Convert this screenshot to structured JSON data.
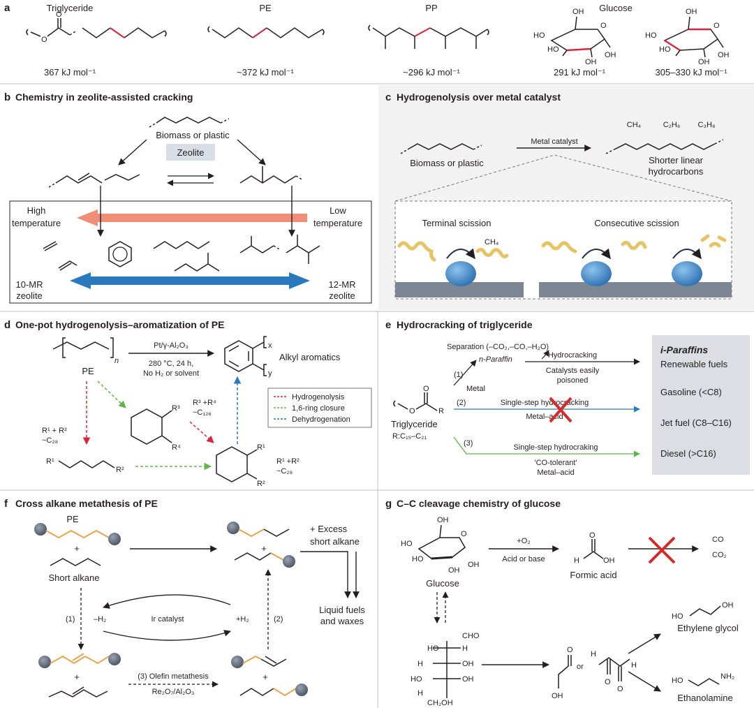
{
  "colors": {
    "red_bond": "#d7263d",
    "orange_chain": "#e8a44b",
    "salmon_arrow": "#ef8d76",
    "blue_arrow": "#2a78bd",
    "green_arrow": "#5fb54a",
    "panel_gray": "#f2f2f2",
    "zeolite_box": "#d9dde6",
    "catalyst_ball": "#3d86c6",
    "support_slab": "#7d8694",
    "cross_red": "#d42a2a"
  },
  "panel_a": {
    "letter": "a",
    "names": [
      "Triglyceride",
      "PE",
      "PP",
      "Glucose"
    ],
    "energies": [
      "367 kJ mol⁻¹",
      "~372 kJ mol⁻¹",
      "~296 kJ mol⁻¹",
      "291 kJ mol⁻¹",
      "305–330 kJ mol⁻¹"
    ],
    "atoms": {
      "O": "O",
      "OH": "OH",
      "HO": "HO"
    }
  },
  "panel_b": {
    "letter": "b",
    "title": "Chemistry in zeolite-assisted cracking",
    "feed": "Biomass or plastic",
    "zeolite": "Zeolite",
    "high_t": [
      "High",
      "temperature"
    ],
    "low_t": [
      "Low",
      "temperature"
    ],
    "mr10": [
      "10-MR",
      "zeolite"
    ],
    "mr12": [
      "12-MR",
      "zeolite"
    ]
  },
  "panel_c": {
    "letter": "c",
    "title": "Hydrogenolysis over metal catalyst",
    "feed": "Biomass or plastic",
    "catalyst": "Metal catalyst",
    "gases": [
      "CH₄",
      "C₂H₆",
      "C₃H₈"
    ],
    "product": [
      "Shorter linear",
      "hydrocarbons"
    ],
    "terminal": "Terminal scission",
    "consecutive": "Consecutive scission",
    "ch4": "CH₄"
  },
  "panel_d": {
    "letter": "d",
    "title": "One-pot hydrogenolysis–aromatization of PE",
    "pe": "PE",
    "n": "n",
    "catalyst": "Pt/γ-Al₂O₃",
    "conditions": [
      "280 °C, 24 h,",
      "No H₂ or solvent"
    ],
    "product": "Alkyl aromatics",
    "x": "x",
    "y": "y",
    "legend": [
      "Hydrogenolysis",
      "1,6-ring closure",
      "Dehydrogenation"
    ],
    "r3": "R³",
    "r4": "R⁴",
    "r1": "R¹",
    "r2": "R²",
    "sum12": "R¹ + R²",
    "c28": "~C₂₈",
    "sum12b": "R¹ +R²",
    "sum34": "R³ +R⁴",
    "c126": "~C₁₂₆"
  },
  "panel_e": {
    "letter": "e",
    "title": "Hydrocracking of triglyceride",
    "separation": "Separation (–CO₂,–CO,–H₂O)",
    "route1": "(1)",
    "metal": "Metal",
    "nparaffin": "n-Paraffin",
    "hydrocracking": "Hydrocracking",
    "poisoned": [
      "Catalysts easily",
      "poisoned"
    ],
    "route2": "(2)",
    "single_step_2": "Single-step hydrocracking",
    "metal_acid_2": "Metal–acid",
    "route3": "(3)",
    "single_step_3": "Single-step hydrocraking",
    "co_tolerant": "'CO-tolerant'",
    "metal_acid_3": "Metal–acid",
    "triglyceride": "Triglyceride",
    "rcount": "R:C₁₅–C₂₁",
    "o": "O",
    "r": "R",
    "box_title": "i-Paraffins",
    "box_items": [
      "Renewable fuels",
      "Gasoline (<C8)",
      "Jet fuel (C8–C16)",
      "Diesel (>C16)"
    ]
  },
  "panel_f": {
    "letter": "f",
    "title": "Cross alkane metathesis of PE",
    "pe": "PE",
    "plus": "+",
    "short_alkane": "Short alkane",
    "excess": [
      "+ Excess",
      "short alkane"
    ],
    "liquid": [
      "Liquid fuels",
      "and waxes"
    ],
    "step1": "(1)",
    "minus_h2": "–H₂",
    "ir": "Ir catalyst",
    "plus_h2": "+H₂",
    "step2": "(2)",
    "step3": "(3) Olefin metathesis",
    "re": "Re₂O₇/Al₂O₃"
  },
  "panel_g": {
    "letter": "g",
    "title": "C–C cleavage chemistry of glucose",
    "glucose": "Glucose",
    "o2": "+O₂",
    "acid_base": "Acid or base",
    "formic": "Formic acid",
    "co": "CO",
    "co2": "CO₂",
    "or": "or",
    "eg": "Ethylene glycol",
    "ethanolamine": "Ethanolamine",
    "atoms": {
      "O": "O",
      "H": "H",
      "OH": "OH",
      "HO": "HO",
      "CHO": "CHO",
      "CH2OH": "CH₂OH",
      "NH2": "NH₂"
    }
  }
}
